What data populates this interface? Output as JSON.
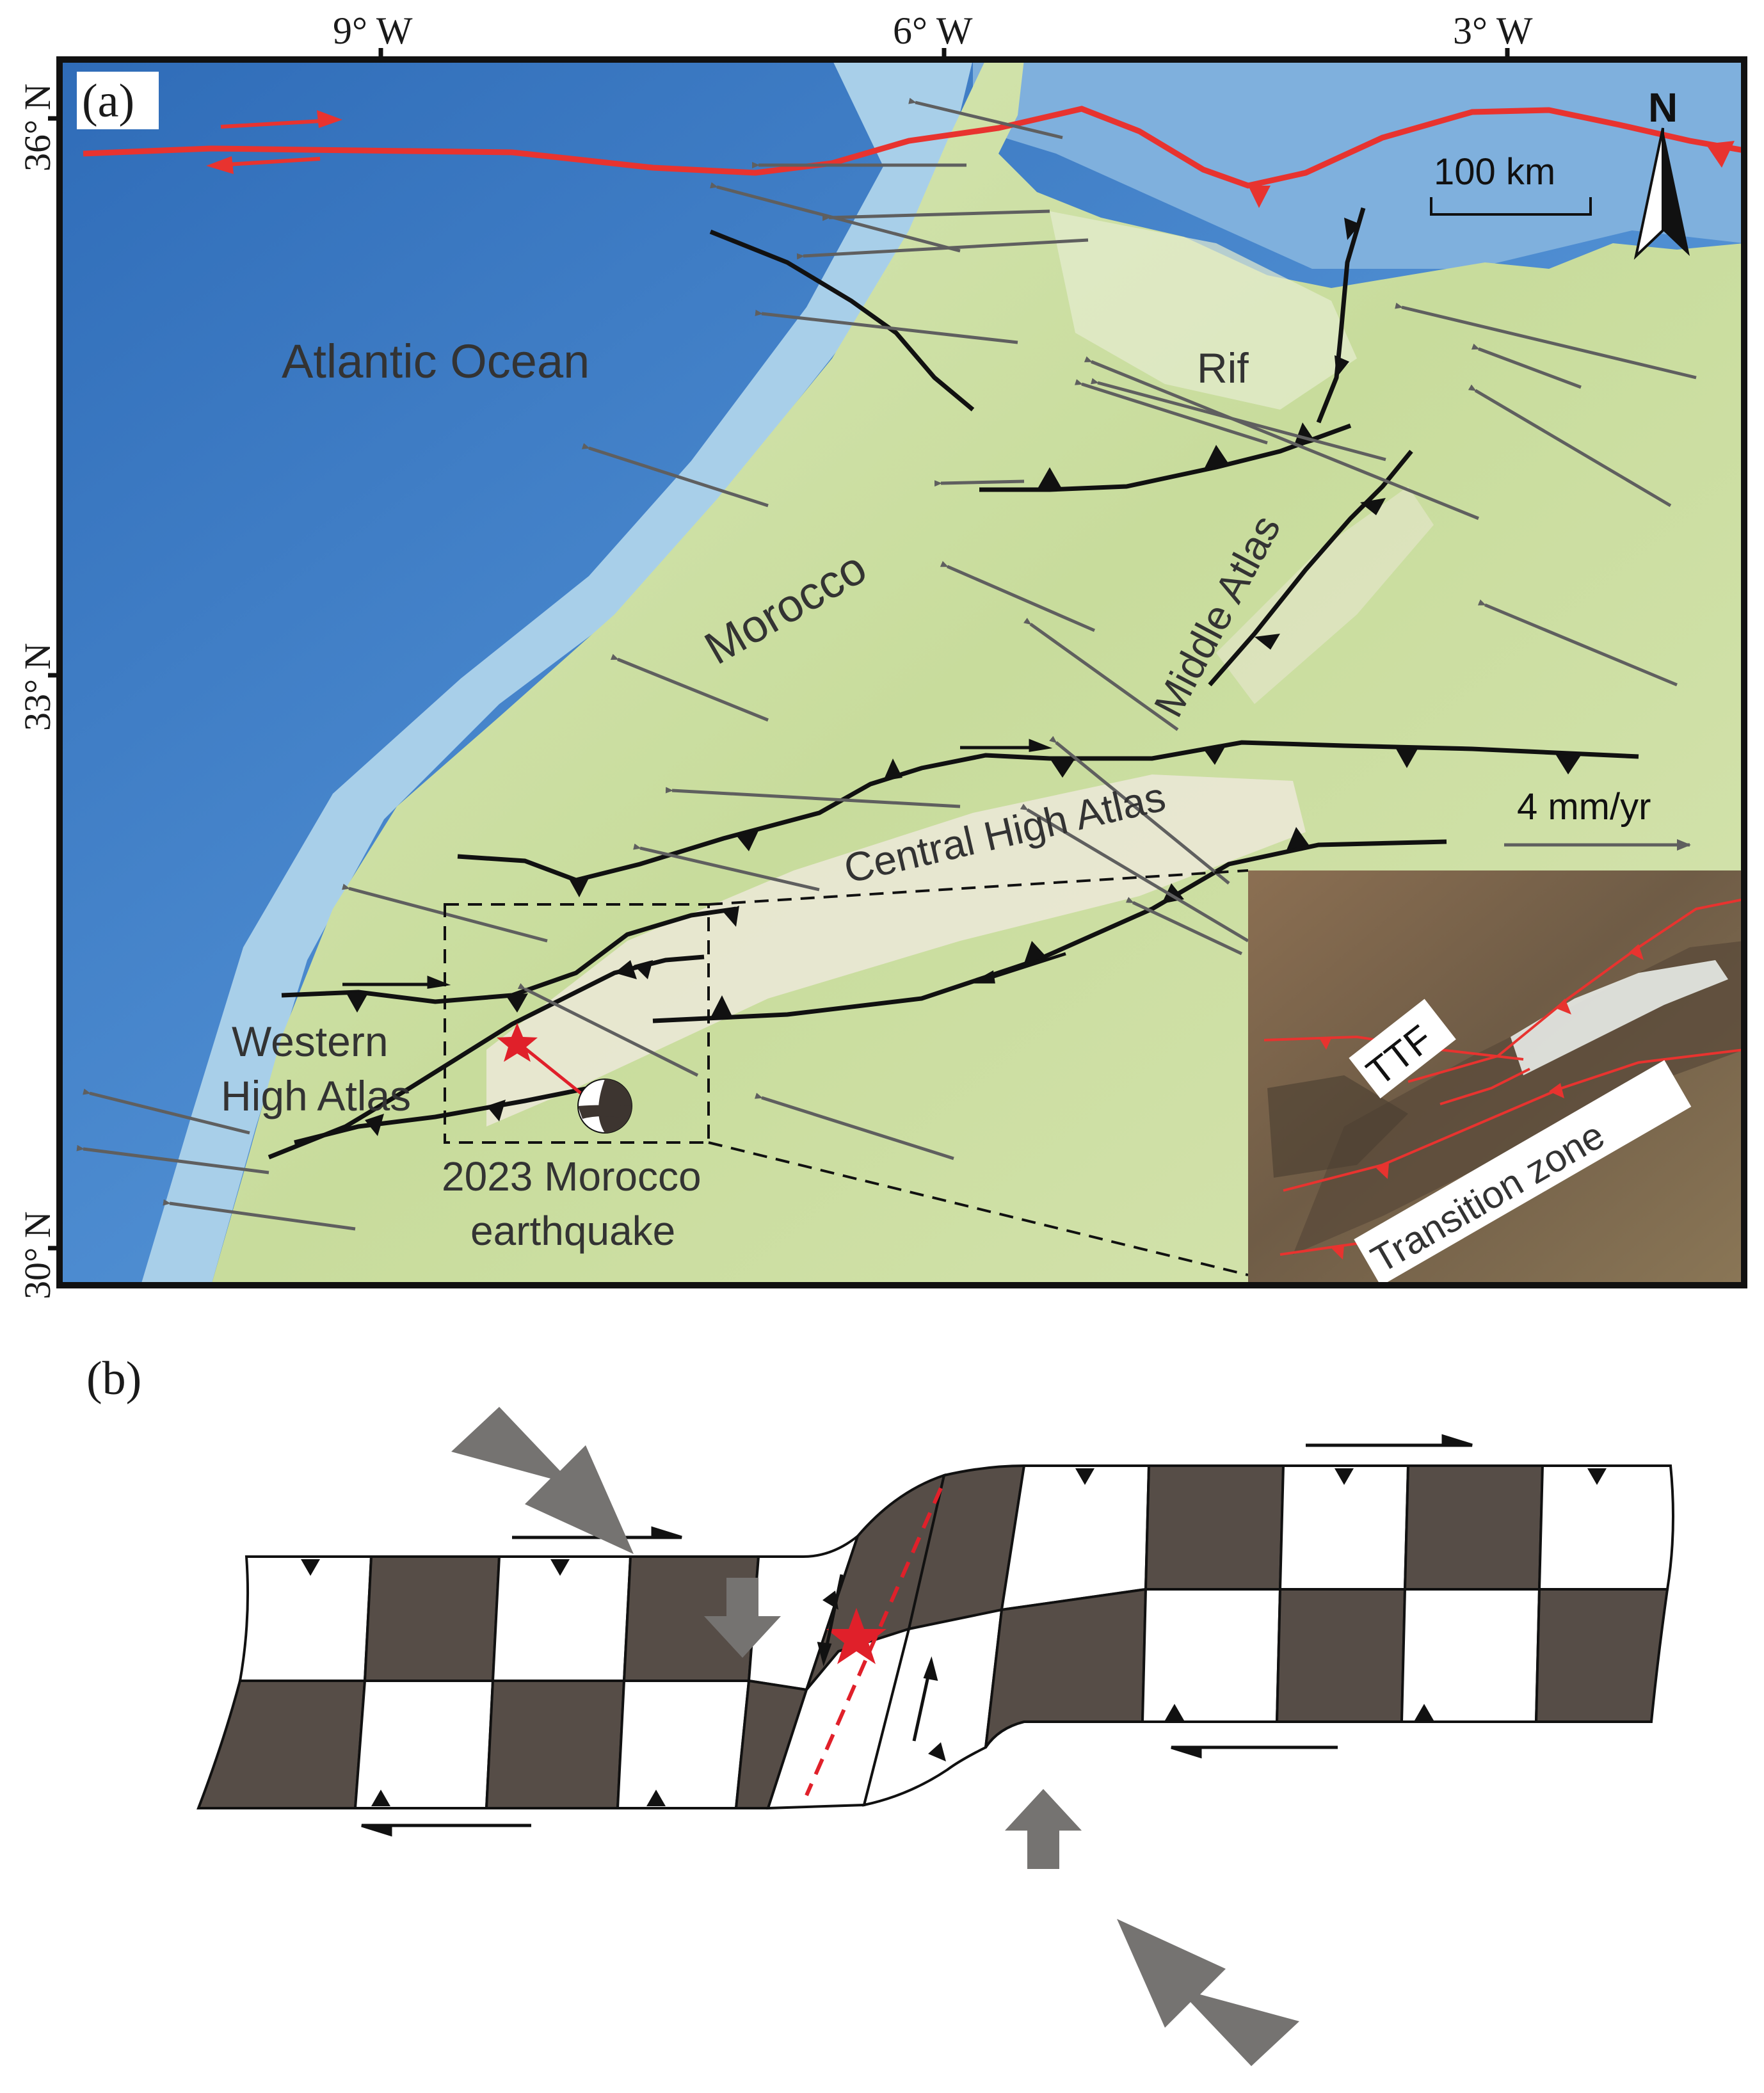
{
  "panel_a": {
    "label": "(a)",
    "lon_ticks": [
      "9° W",
      "6° W",
      "3° W"
    ],
    "lat_ticks": [
      "36° N",
      "33° N",
      "30° N"
    ],
    "place_labels": {
      "atlantic": "Atlantic Ocean",
      "morocco": "Morocco",
      "rif": "Rif",
      "middle_atlas": "Middle Atlas",
      "central_high_atlas": "Central High Atlas",
      "western_high_atlas_1": "Western",
      "western_high_atlas_2": "High Atlas",
      "quake_1": "2023 Morocco",
      "quake_2": "earthquake"
    },
    "scale_bar": "100 km",
    "north": "N",
    "velocity_scale": "4 mm/yr",
    "inset": {
      "ttf": "TTF",
      "transition": "Transition zone"
    },
    "colors": {
      "plate_boundary": "#e8332f",
      "faults": "#111111",
      "gps_arrows": "#5f5f5f",
      "ocean": "#3f7dc8",
      "land": "#cfe0a8"
    }
  },
  "panel_b": {
    "label": "(b)",
    "colors": {
      "dark_block": "#564d47",
      "compression_arrows": "#757371",
      "epicenter": "#e0202a"
    }
  }
}
